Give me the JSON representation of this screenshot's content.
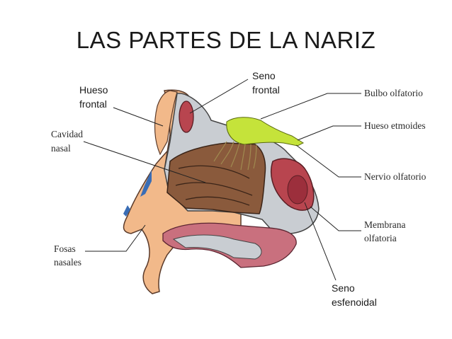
{
  "title": "LAS PARTES DE LA NARIZ",
  "labels": {
    "hueso_frontal": [
      "Hueso",
      "frontal"
    ],
    "seno_frontal": [
      "Seno",
      "frontal"
    ],
    "cavidad_nasal": [
      "Cavidad",
      "nasal"
    ],
    "fosas_nasales": [
      "Fosas",
      "nasales"
    ],
    "bulbo_olfatorio": "Bulbo olfatorio",
    "hueso_etmoides": "Hueso etmoides",
    "nervio_olfatorio": "Nervio olfatorio",
    "membrana_olfatoria": [
      "Membrana",
      "olfatoria"
    ],
    "seno_esfenoidal": [
      "Seno",
      "esfenoidal"
    ]
  },
  "colors": {
    "skin": "#f2b98a",
    "bone_gray": "#c9cdd2",
    "cavity_brown": "#8a5a3c",
    "sinus_red": "#b8454f",
    "olfactory_green": "#c5e33a",
    "mucosa_pink": "#c9707e"
  }
}
